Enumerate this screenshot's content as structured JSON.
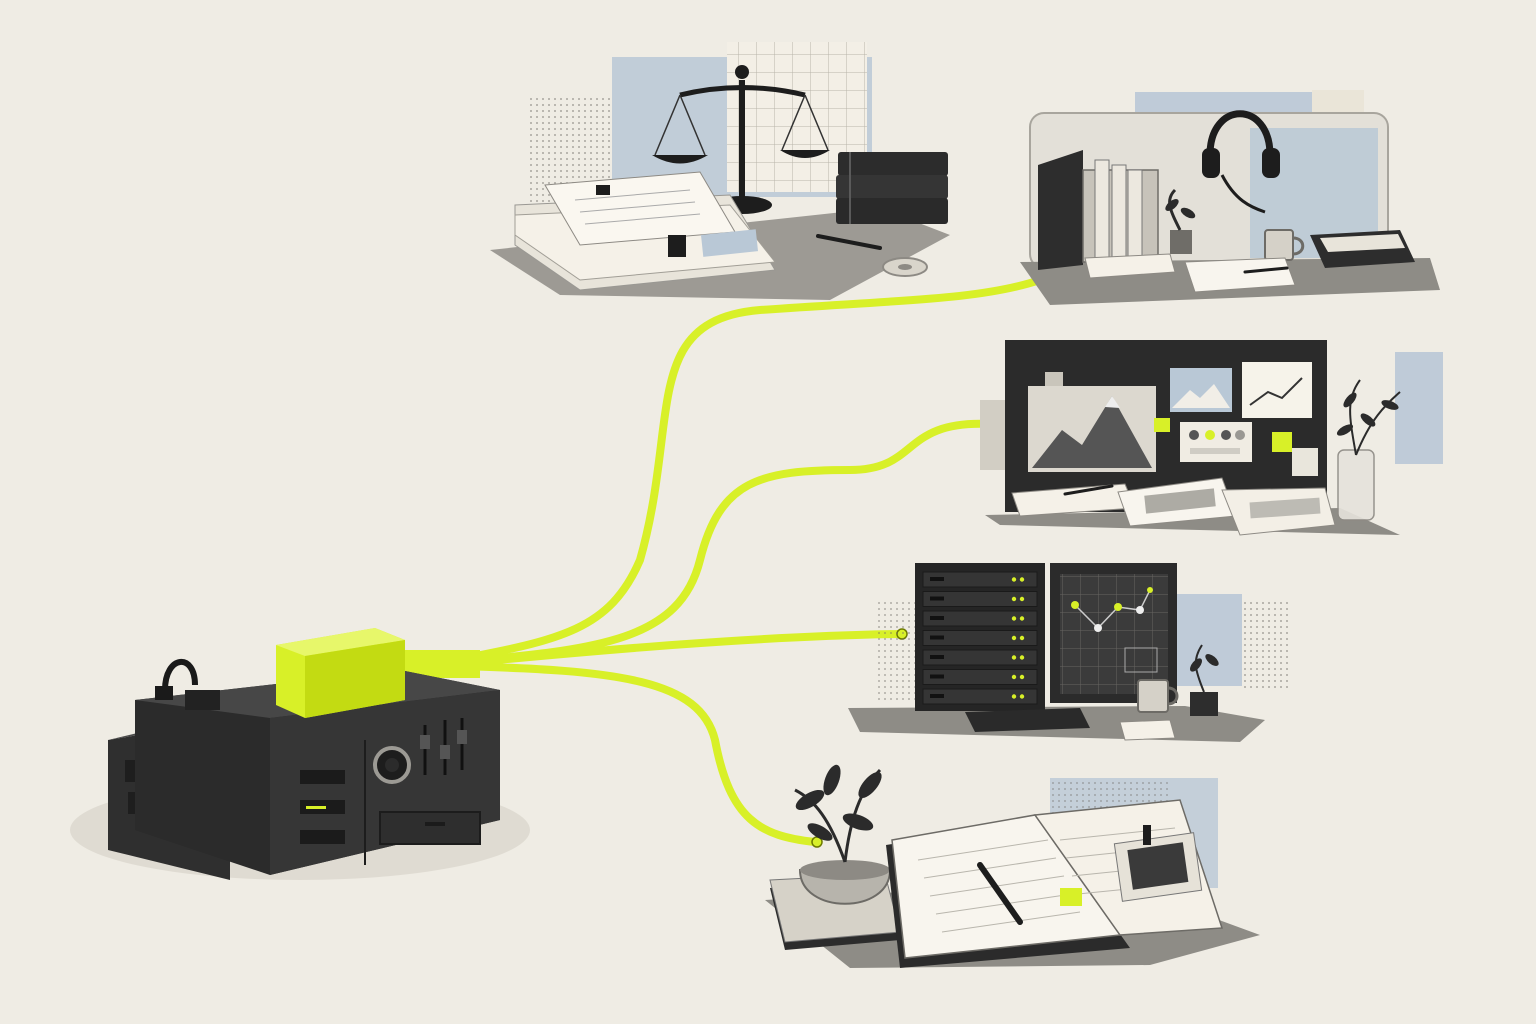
{
  "colors": {
    "background": "#efece4",
    "accent": "#d8f028",
    "accent_dark": "#b7cc12",
    "ink": "#2b2b2b",
    "ink_soft": "#3a3a3a",
    "shadow": "#8e8c86",
    "blue_patch": "#b9c8d6",
    "paper": "#f6f3ea",
    "grey": "#9a9893",
    "light_grey": "#cfccc4"
  },
  "scenes": [
    {
      "id": "hub",
      "icon": "central-machine-icon"
    },
    {
      "id": "legal",
      "icon": "scales-of-justice-icon"
    },
    {
      "id": "support",
      "icon": "headset-icon"
    },
    {
      "id": "planning",
      "icon": "mood-board-icon"
    },
    {
      "id": "infrastructure",
      "icon": "server-rack-icon"
    },
    {
      "id": "journal",
      "icon": "notebook-icon"
    }
  ]
}
